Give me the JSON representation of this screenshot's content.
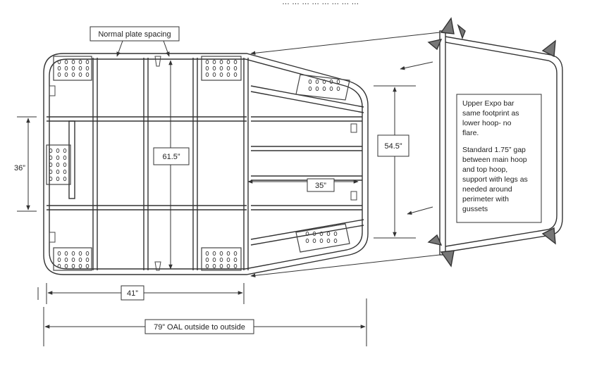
{
  "header_fragment": "… … … … … … … …",
  "labels": {
    "plate_spacing": "Normal plate spacing",
    "dim_61_5": "61.5”",
    "dim_36": "36”",
    "dim_54_5": "54.5”",
    "dim_35": "35”",
    "dim_41": "41”",
    "dim_79": "79” OAL outside to outside"
  },
  "note": {
    "lines": [
      "Upper Expo bar",
      "same footprint as",
      "lower hoop- no",
      "flare.",
      "",
      "Standard 1.75” gap",
      "between main hoop",
      "and top hoop,",
      "support with legs as",
      "needed around",
      "perimeter with",
      "gussets"
    ]
  },
  "colors": {
    "line": "#333333",
    "plate": "#555555",
    "background": "#ffffff"
  }
}
